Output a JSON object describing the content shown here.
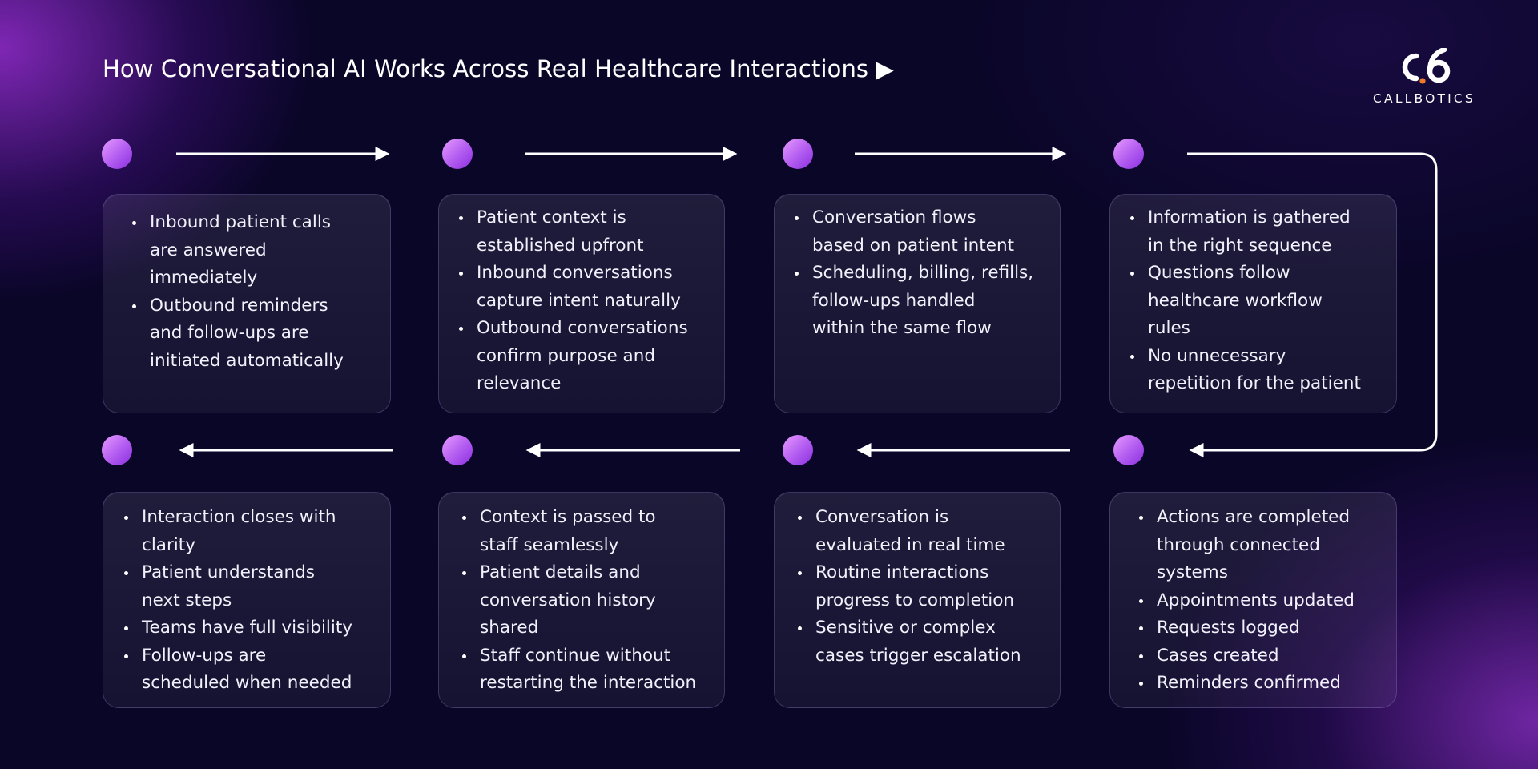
{
  "title": "How Conversational AI Works Across Real Healthcare Interactions ▶",
  "logo": {
    "text": "CALLBOTICS",
    "icon": "c6-logo-icon",
    "accent_color": "#f07a2a"
  },
  "colors": {
    "background": "#0a0628",
    "glow": "#a030dc",
    "dot_start": "#e79bff",
    "dot_end": "#8a2fe0",
    "arrow": "#ffffff"
  },
  "steps": [
    {
      "bullets": [
        "Inbound patient calls",
        "are answered",
        "immediately",
        "Outbound reminders",
        "and follow-ups are",
        "initiated automatically"
      ]
    },
    {
      "bullets": [
        "Patient context is",
        "established upfront",
        "Inbound conversations",
        "capture intent naturally",
        "Outbound conversations",
        "confirm purpose and",
        "relevance"
      ]
    },
    {
      "bullets": [
        "Conversation flows",
        "based on patient intent",
        "Scheduling, billing, refills,",
        "follow-ups handled",
        "within the same flow"
      ]
    },
    {
      "bullets": [
        "Information is gathered",
        "in the right sequence",
        "Questions follow",
        "healthcare workflow",
        "rules",
        "No unnecessary",
        "repetition for the patient"
      ]
    },
    {
      "bullets": [
        "Actions are completed",
        "through connected",
        "systems",
        "Appointments updated",
        "Requests logged",
        "Cases created",
        "Reminders confirmed"
      ]
    },
    {
      "bullets": [
        "Conversation is",
        "evaluated in real time",
        "Routine interactions",
        "progress to completion",
        "Sensitive or complex",
        "cases trigger escalation"
      ]
    },
    {
      "bullets": [
        "Context is passed to",
        "staff seamlessly",
        "Patient details and",
        "conversation history",
        "shared",
        "Staff continue without",
        "restarting the interaction"
      ]
    },
    {
      "bullets": [
        "Interaction closes with",
        "clarity",
        "Patient understands",
        "next steps",
        "Teams have full visibility",
        "Follow-ups are",
        "scheduled when needed"
      ]
    }
  ]
}
